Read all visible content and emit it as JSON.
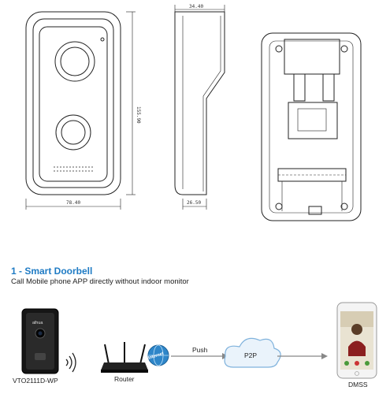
{
  "drawings": {
    "front_height_dim": "155.90",
    "front_width_dim": "78.40",
    "side_top_dim": "34.40",
    "side_bottom_dim": "26.50"
  },
  "section": {
    "title": "1 - Smart Doorbell",
    "subtitle": "Call Mobile phone APP directly without indoor monitor"
  },
  "flow": {
    "device_label": "VTO2111D-WP",
    "router_label": "Router",
    "push_label": "Push",
    "cloud_label": "P2P",
    "app_label": "DMSS",
    "brand_text": "alhua",
    "internet_text": "Internet"
  },
  "colors": {
    "title": "#1f7bc4",
    "cloud": "#7fb2dc",
    "phone_screen": "#e9e3d2"
  }
}
